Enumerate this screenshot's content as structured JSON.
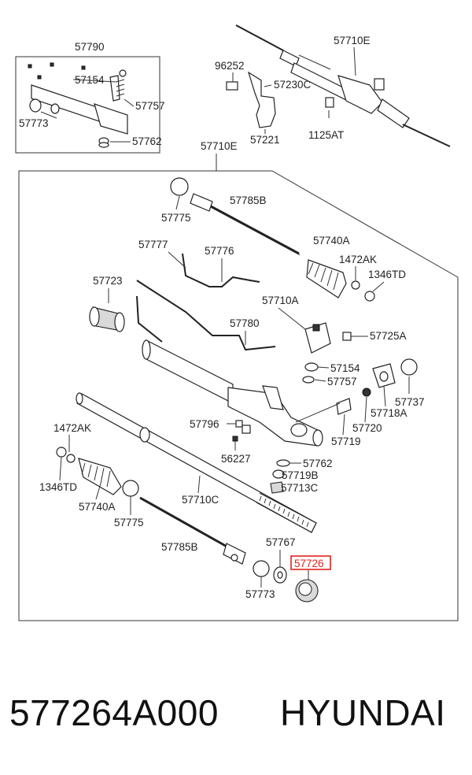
{
  "diagram": {
    "labels": {
      "l57790": "57790",
      "l57154a": "57154",
      "l57757a": "57757",
      "l57773a": "57773",
      "l57762a": "57762",
      "l96252": "96252",
      "l57230C": "57230C",
      "l57221": "57221",
      "l57710Ea": "57710E",
      "l1125AT": "1125AT",
      "l57710Eb": "57710E",
      "l57775a": "57775",
      "l57785Ba": "57785B",
      "l57777": "57777",
      "l57776": "57776",
      "l57740Aa": "57740A",
      "l1472AKa": "1472AK",
      "l1346TDa": "1346TD",
      "l57723": "57723",
      "l57710A": "57710A",
      "l57780": "57780",
      "l57725A": "57725A",
      "l57154b": "57154",
      "l57757b": "57757",
      "l57737": "57737",
      "l57718A": "57718A",
      "l57796": "57796",
      "l57720": "57720",
      "l57719": "57719",
      "l1472AKb": "1472AK",
      "l56227": "56227",
      "l57762b": "57762",
      "l57719B": "57719B",
      "l1346TDb": "1346TD",
      "l57740Ab": "57740A",
      "l57713C": "57713C",
      "l57710C": "57710C",
      "l57775b": "57775",
      "l57785Bb": "57785B",
      "l57767": "57767",
      "l57726": "57726",
      "l57773b": "57773"
    },
    "highlight_color": "#e2231a"
  },
  "footer": {
    "part_number": "577264A000",
    "brand": "HYUNDAI"
  }
}
